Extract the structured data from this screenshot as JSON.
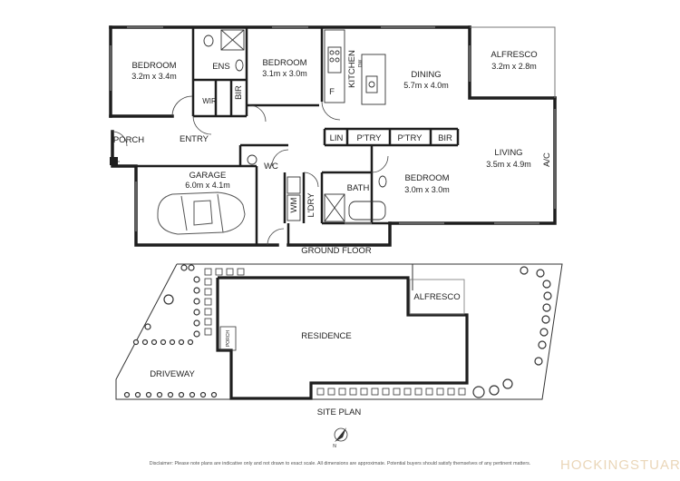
{
  "floor_plan": {
    "title": "GROUND FLOOR",
    "rooms": {
      "bedroom1": {
        "name": "BEDROOM",
        "dims": "3.2m x 3.4m"
      },
      "bedroom2": {
        "name": "BEDROOM",
        "dims": "3.1m x 3.0m"
      },
      "bedroom3": {
        "name": "BEDROOM",
        "dims": "3.0m x 3.0m"
      },
      "dining": {
        "name": "DINING",
        "dims": "5.7m x 4.0m"
      },
      "alfresco": {
        "name": "ALFRESCO",
        "dims": "3.2m x 2.8m"
      },
      "living": {
        "name": "LIVING",
        "dims": "3.5m x 4.9m"
      },
      "garage": {
        "name": "GARAGE",
        "dims": "6.0m x 4.1m"
      }
    },
    "labels": {
      "ens": "ENS",
      "wir": "WIR",
      "bir": "BIR",
      "kitchen": "KITCHEN",
      "dw": "DW",
      "fridge": "F",
      "porch": "PORCH",
      "entry": "ENTRY",
      "lin": "LIN",
      "ptry1": "P'TRY",
      "ptry2": "P'TRY",
      "bir2": "BIR",
      "wc": "WC",
      "wm": "WM",
      "ldry": "L'DRY",
      "bath": "BATH",
      "ac": "A/C"
    }
  },
  "site_plan": {
    "title": "SITE PLAN",
    "labels": {
      "residence": "RESIDENCE",
      "alfresco": "ALFRESCO",
      "driveway": "DRIVEWAY",
      "porch": "PORCH",
      "north": "N"
    }
  },
  "disclaimer": "Disclaimer: Please note plans are indicative only and not drawn to exact scale. All dimensions are approximate. Potential buyers should satisfy themselves of any pertinent matters.",
  "watermark": "HOCKINGSTUART",
  "colors": {
    "wall": "#1e1e1e",
    "line": "#333333",
    "window": "#8a8a8a",
    "watermark": "#ead6b8"
  }
}
